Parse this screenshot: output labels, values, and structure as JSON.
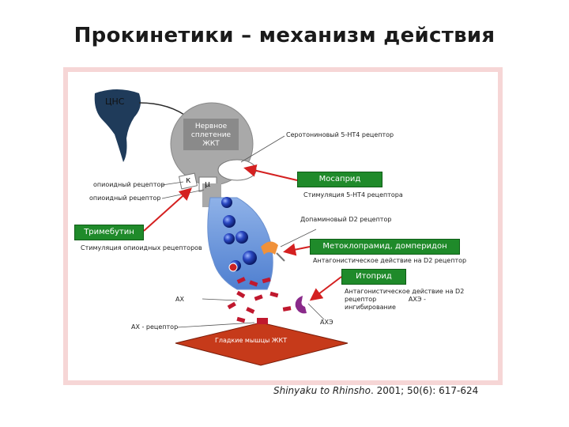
{
  "title": "Прокинетики – механизм действия",
  "labels": {
    "cns": "ЦНС",
    "nerve_plexus": "Нервное сплетение ЖКТ",
    "kappa": "κ",
    "mu": "μ",
    "opioid_receptor_1": "опиоидный рецептор",
    "opioid_receptor_2": "опиоидный рецептор",
    "serotonin_receptor": "Серотониновый 5-HT4 рецептор",
    "stim_5ht4": "Стимуляция 5-HT4 рецептора",
    "dopamine_receptor": "Допаминовый D2 рецептор",
    "stim_opioid": "Стимуляция опиоидных рецепторов",
    "antag_d2": "Антагонистическое действие на D2 рецептор",
    "antag_d2_ache_1": "Антагонистическое действие на D2",
    "antag_d2_ache_2": "рецептор                АХЭ -",
    "antag_d2_ache_3": "ингибирование",
    "ach": "АХ",
    "ache": "АХЭ",
    "ach_receptor": "АХ - рецептор",
    "smooth_muscle": "Гладкие мышцы ЖКТ"
  },
  "drugs": {
    "mosapride": "Мосаприд",
    "trimebutine": "Тримебутин",
    "metoclopramide": "Метоклопрамид, домперидон",
    "itopride": "Итоприд"
  },
  "citation": {
    "journal": "Shinyaku to Rhinsho",
    "ref": ". 2001; 50(6): 617-624"
  },
  "colors": {
    "drug_tag": "#1f8a2a",
    "arrow": "#d42020",
    "neuron": "#a9a9a9",
    "terminal": "#5f8fd8",
    "vesicle": "#1f3da8",
    "muscle": "#c63a1a",
    "frame": "#f6d6d6"
  }
}
